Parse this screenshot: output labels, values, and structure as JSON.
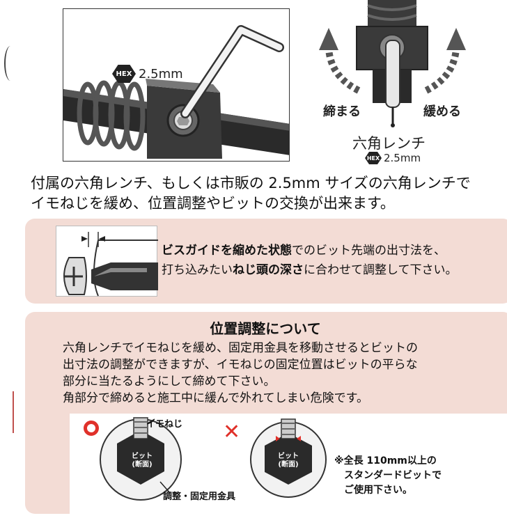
{
  "wrench_illustration": {
    "hex_badge": "HEX",
    "size": "2.5mm"
  },
  "rotation_diagram": {
    "tighten_label": "締まる",
    "loosen_label": "緩める",
    "tool_label": "六角レンチ",
    "hex_badge": "HEX",
    "size": "2.5mm"
  },
  "intro_text": "付属の六角レンチ、もしくは市販の 2.5mm サイズの六角レンチで\nイモねじを緩め、位置調整やビットの交換が出来ます。",
  "guide_box": {
    "line1_bold": "ビスガイドを縮めた状態",
    "line1_rest": "でのビット先端の出寸法を、",
    "line2_pre": "打ち込みたい",
    "line2_bold": "ねじ頭の深さ",
    "line2_rest": "に合わせて調整して下さい。"
  },
  "position_box": {
    "heading": "位置調整について",
    "body": "六角レンチでイモねじを緩め、固定用金具を移動させるとビットの\n出寸法の調整ができますが、イモねじの固定位置はビットの平らな\n部分に当たるようにして締めて下さい。\n角部分で締めると施工中に緩んで外れてしまい危険です。",
    "set_screw_label": "イモねじ",
    "bit_label_ok": "ビット\n(断面)",
    "bit_label_ng": "ビット\n(断面)",
    "fixing_label": "調整・固定用金具",
    "ok_symbol": "○",
    "ng_symbol": "✕",
    "note": "※全長 110mm以上の\n　スタンダードビットで\n　ご使用下さい。"
  },
  "colors": {
    "box_background": "#f3dcd5",
    "accent_red": "#e0312a",
    "dark": "#222222"
  }
}
